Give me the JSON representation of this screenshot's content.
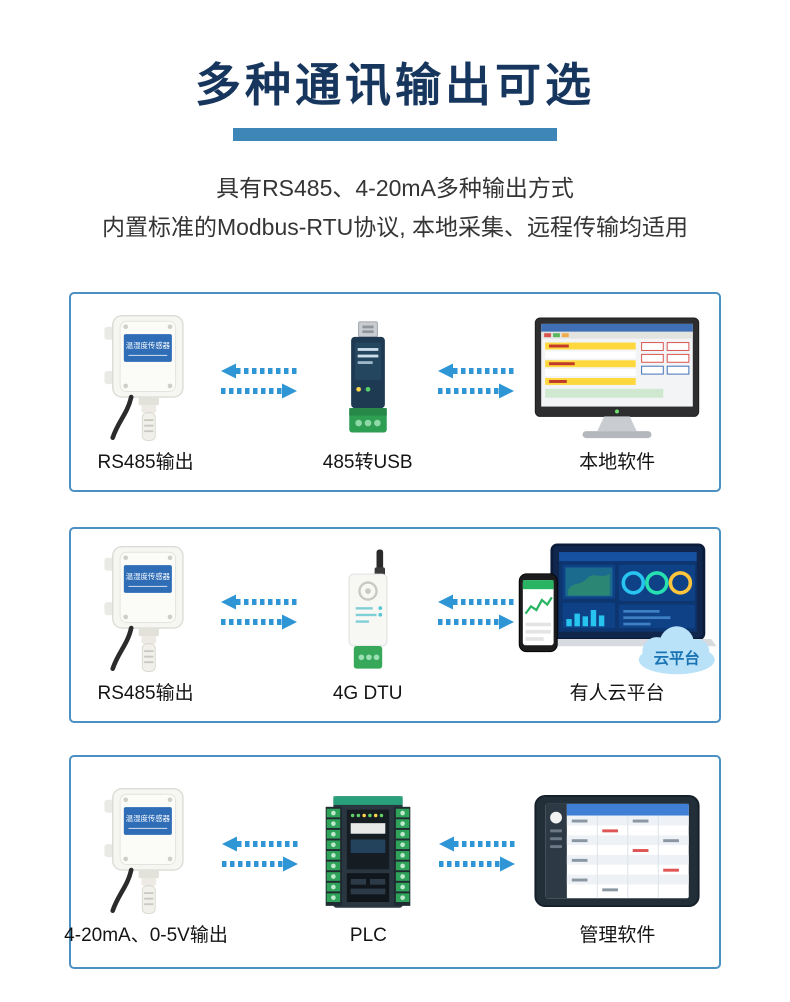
{
  "header": {
    "title": "多种通讯输出可选",
    "subtitle_line1": "具有RS485、4-20mA多种输出方式",
    "subtitle_line2": "内置标准的Modbus-RTU协议, 本地采集、远程传输均适用"
  },
  "sensor": {
    "label": "温湿度传感器"
  },
  "cloud": {
    "label": "云平台"
  },
  "panels": [
    {
      "left_label": "RS485输出",
      "middle_label": "485转USB",
      "right_label": "本地软件"
    },
    {
      "left_label": "RS485输出",
      "middle_label": "4G DTU",
      "right_label": "有人云平台"
    },
    {
      "left_label": "4-20mA、0-5V输出",
      "middle_label": "PLC",
      "right_label": "管理软件"
    }
  ],
  "colors": {
    "title": "#17365e",
    "accent_bar": "#3e86b8",
    "panel_border": "#4a90c2",
    "arrow": "#2f96d5",
    "sensor_label_bg": "#2f6db7",
    "cloud_fill": "#b9e2f8"
  }
}
